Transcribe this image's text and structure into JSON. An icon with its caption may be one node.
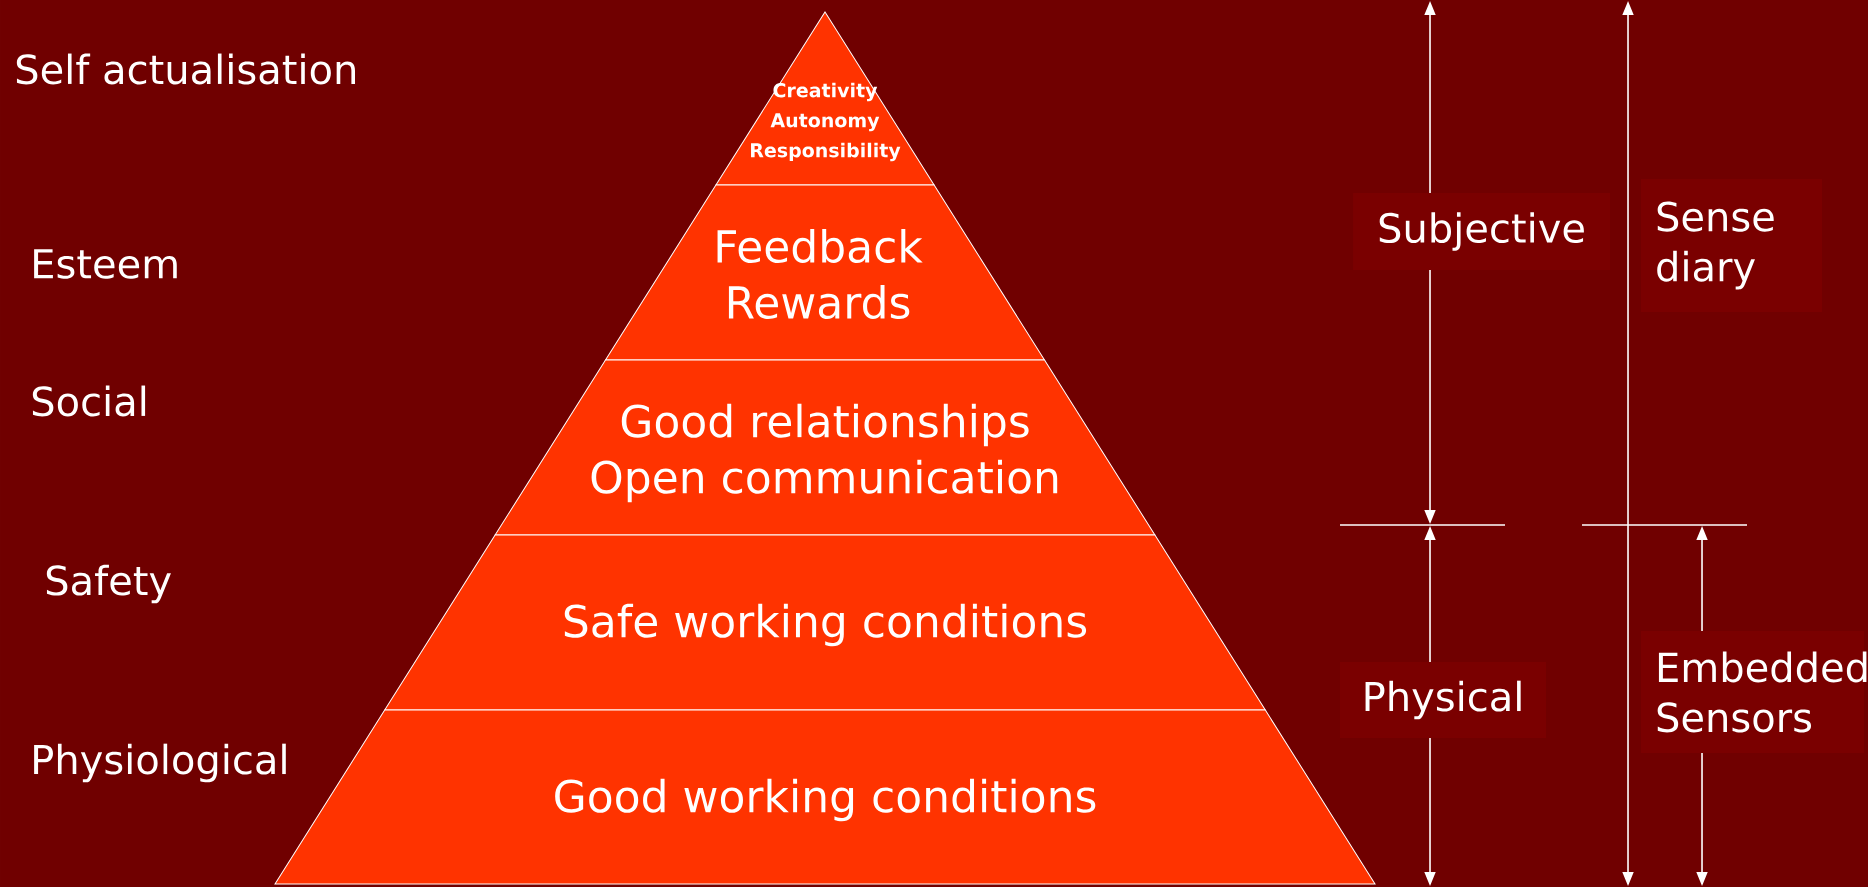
{
  "diagram": {
    "nodes": [
      {
        "text": [
          "Creativity",
          "Autonomy",
          "Responsibility"
        ]
      },
      {
        "text": [
          "Feedback",
          "Rewards"
        ]
      },
      {
        "text": [
          "Good relationships",
          "Open communication"
        ]
      },
      {
        "text": [
          "Safe working conditions"
        ]
      },
      {
        "text": [
          "Good working conditions"
        ]
      },
      {
        "text": [
          "Subjective"
        ]
      },
      {
        "text": [
          "Sense diary"
        ]
      },
      {
        "text": [
          "Physical"
        ]
      },
      {
        "text": [
          "Embedded Sensors"
        ]
      }
    ],
    "labels": [
      "Self actualisation",
      "Esteem",
      "Social",
      "Safety",
      "Physiological"
    ]
  }
}
